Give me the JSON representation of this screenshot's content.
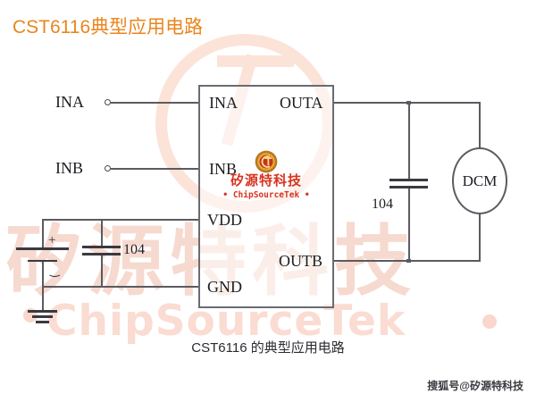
{
  "title": "CST6116典型应用电路",
  "caption": "CST6116 的典型应用电路",
  "footer": "搜狐号@矽源特科技",
  "colors": {
    "title": "#e8861e",
    "logo_red": "#d8341f",
    "wire": "#5b5b61",
    "watermark": "#f6d9cf",
    "background": "#ffffff"
  },
  "chip": {
    "pins_left": [
      {
        "label": "INA"
      },
      {
        "label": "INB"
      },
      {
        "label": "VDD"
      },
      {
        "label": "GND"
      }
    ],
    "pins_right": [
      {
        "label": "OUTA"
      },
      {
        "label": "OUTB"
      }
    ],
    "logo": {
      "badge": "ct-monogram-icon",
      "cn": "矽源特科技",
      "en": "• ChipSourceTek •"
    }
  },
  "inputs": [
    {
      "label": "INA"
    },
    {
      "label": "INB"
    }
  ],
  "components": {
    "cap_left": {
      "label": "104",
      "name": "capacitor"
    },
    "cap_right": {
      "label": "104",
      "name": "capacitor"
    },
    "motor": {
      "label": "DCM",
      "name": "dc-motor"
    },
    "battery": {
      "plus": "+",
      "minus": "⌐",
      "name": "battery"
    },
    "ground": {
      "name": "ground-symbol"
    }
  },
  "watermark": {
    "cn": "矽源特科技",
    "en": "ChipSourceTek"
  }
}
